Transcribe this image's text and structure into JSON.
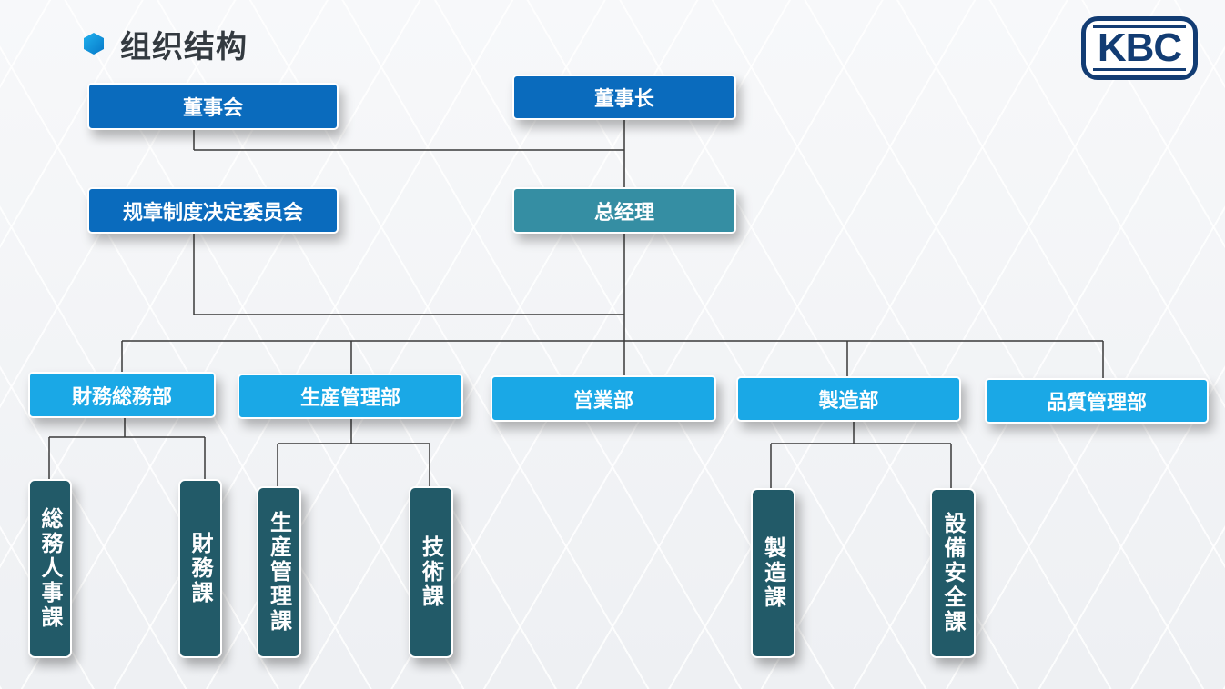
{
  "header": {
    "title": "组织结构",
    "bullet_icon": "hexagon-bullet-icon"
  },
  "logo": {
    "text": "KBC",
    "color": "#123c73"
  },
  "colors": {
    "executive": "#0a6bbd",
    "general_manager": "#358ea3",
    "department": "#1aa8e6",
    "section": "#225a68",
    "connector": "#3a3a3a"
  },
  "executive": {
    "board": "董事会",
    "chairman": "董事长",
    "committee": "规章制度决定委员会",
    "general_manager": "总经理"
  },
  "departments": {
    "finance": "財務総務部",
    "production": "生産管理部",
    "sales": "営業部",
    "manufacturing": "製造部",
    "quality": "品質管理部"
  },
  "sections": {
    "general_hr": "総務人事課",
    "finance": "財務課",
    "production_mgmt": "生産管理課",
    "technology": "技術課",
    "manufacturing": "製造課",
    "equipment_safety": "設備安全課"
  }
}
